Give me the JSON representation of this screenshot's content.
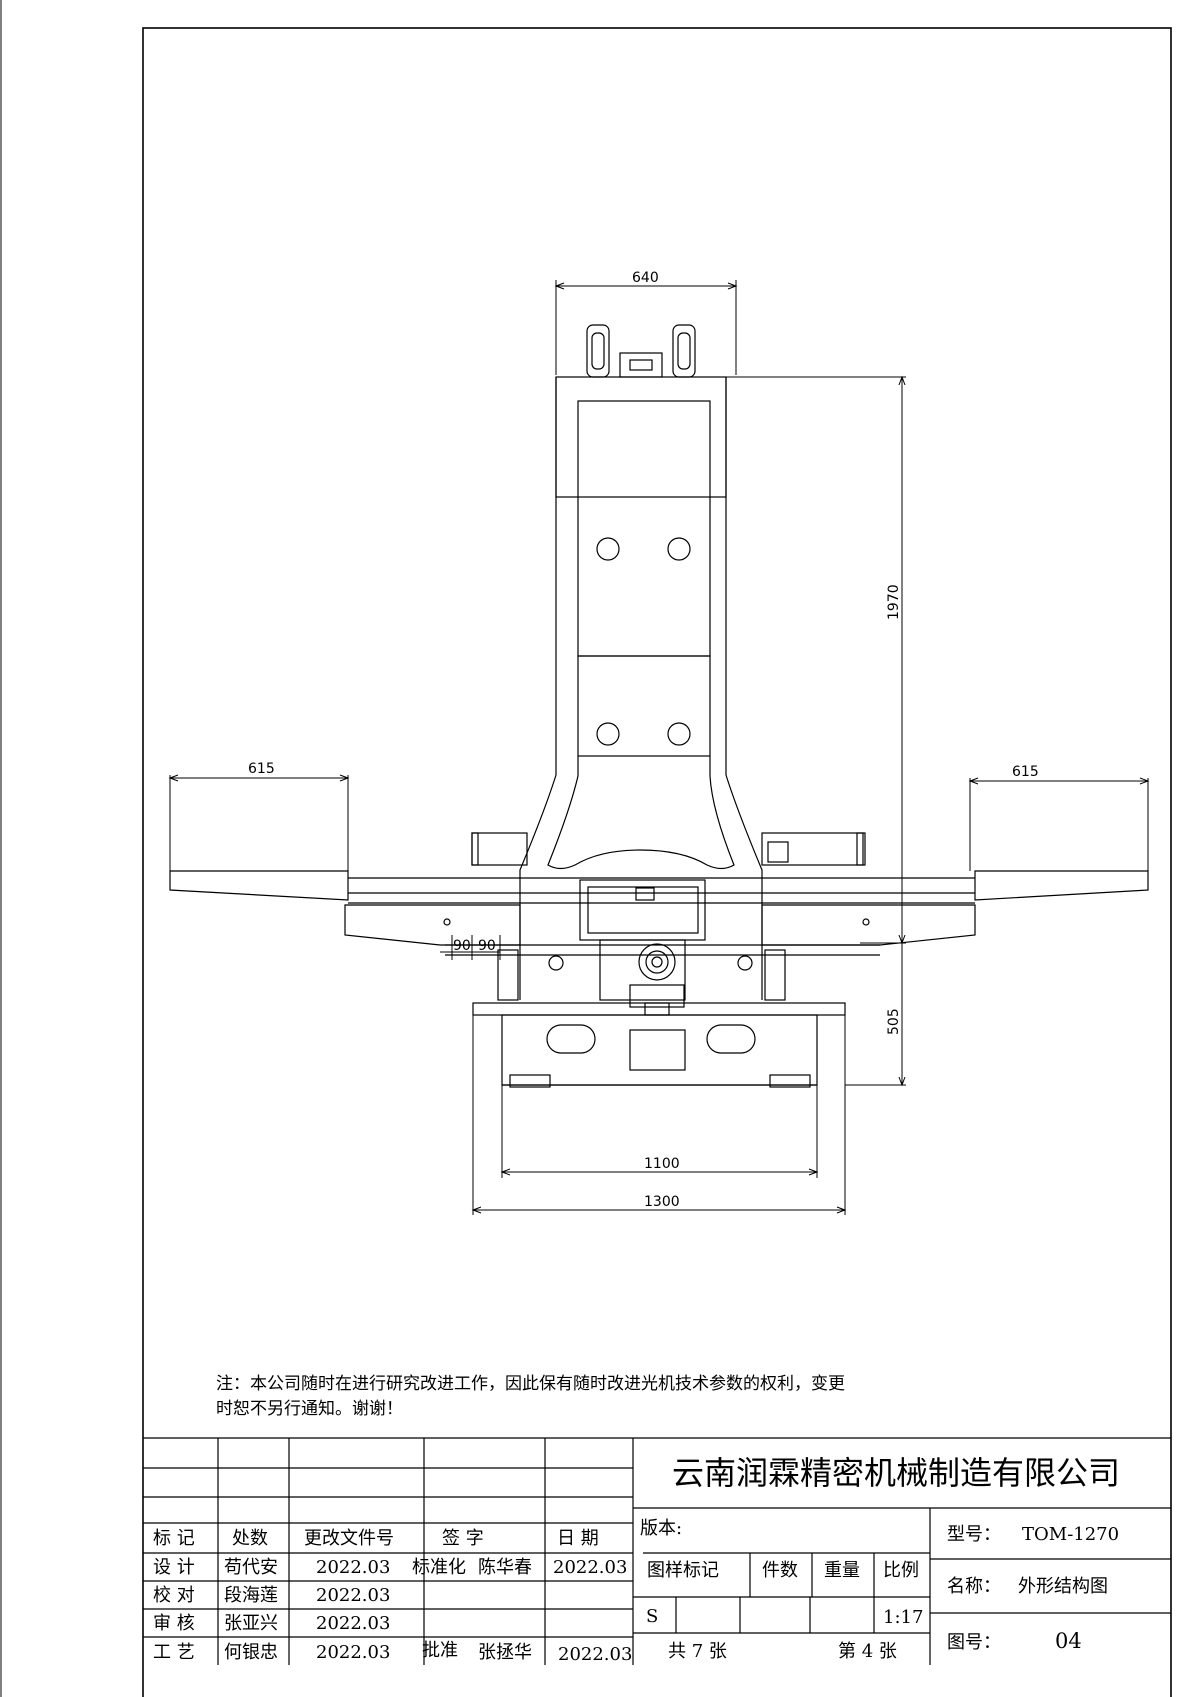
{
  "dimensions": {
    "top_width": "640",
    "column_height": "1970",
    "left_table": "615",
    "right_table": "615",
    "offset_a": "90",
    "offset_b": "90",
    "base_height": "505",
    "base_inner_width": "1100",
    "base_outer_width": "1300"
  },
  "note": {
    "line1": "注：本公司随时在进行研究改进工作，因此保有随时改进光机技术参数的权利，变更",
    "line2": "时恕不另行通知。谢谢！"
  },
  "title_block": {
    "company": "云南润霖精密机械制造有限公司",
    "headers": {
      "mark": "标 记",
      "zone": "处数",
      "change_doc": "更改文件号",
      "signature": "签 字",
      "date": "日 期"
    },
    "rows": [
      {
        "role": "设 计",
        "name": "苟代安",
        "date": "2022.03"
      },
      {
        "role": "校 对",
        "name": "段海莲",
        "date": "2022.03"
      },
      {
        "role": "审 核",
        "name": "张亚兴",
        "date": "2022.03"
      },
      {
        "role": "工 艺",
        "name": "何银忠",
        "date": "2022.03"
      }
    ],
    "standard": {
      "label": "标准化",
      "name": "陈华春",
      "date": "2022.03"
    },
    "approve": {
      "label": "批准",
      "name": "张拯华",
      "date": "2022.03"
    },
    "version_label": "版本:",
    "pattern_mark": "图样标记",
    "quantity": "件数",
    "weight": "重量",
    "scale_label": "比例",
    "stage": "S",
    "scale": "1:17",
    "total_sheets": "共 7 张",
    "sheet_no": "第 4 张",
    "model_label": "型号：",
    "model_value": "TOM-1270",
    "name_label": "名称：",
    "name_value": "外形结构图",
    "drawing_no_label": "图号：",
    "drawing_no_value": "04"
  }
}
